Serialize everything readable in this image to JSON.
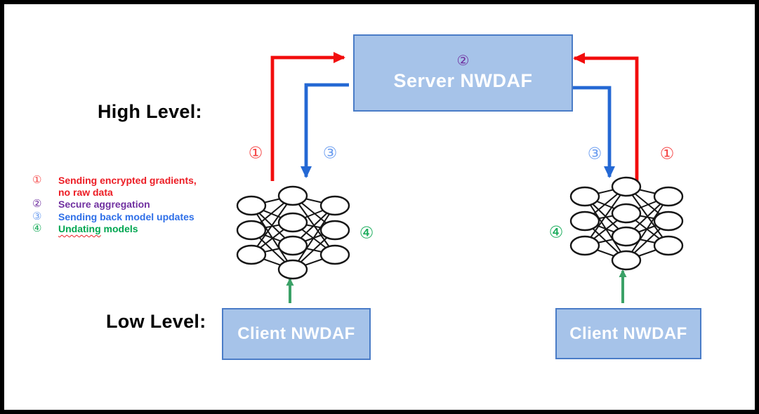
{
  "labels": {
    "high_level": "High Level:",
    "low_level": "Low Level:"
  },
  "nodes": {
    "server": {
      "label": "Server NWDAF"
    },
    "client_left": {
      "label": "Client NWDAF"
    },
    "client_right": {
      "label": "Client NWDAF"
    }
  },
  "markers": {
    "step1": "①",
    "step2": "②",
    "step3": "③",
    "step4": "④"
  },
  "legend": {
    "items": [
      {
        "number": "①",
        "color": "red",
        "line1": "Sending encrypted gradients,",
        "line2": "no raw data"
      },
      {
        "number": "②",
        "color": "purple",
        "line1": "Secure aggregation"
      },
      {
        "number": "③",
        "color": "blue",
        "line1": "Sending back model updates"
      },
      {
        "number": "④",
        "color": "green",
        "misspelled_word": "Undating",
        "rest": " models"
      }
    ]
  },
  "neural_network": {
    "layers": [
      3,
      4,
      3
    ]
  },
  "colors": {
    "box_fill": "#a6c3e9",
    "box_border": "#4a7cc7",
    "box_text": "#ffffff",
    "red": "#f20d0d",
    "red_light": "#f54545",
    "legend_red": "#ec1c24",
    "purple": "#7030a0",
    "blue": "#2468d4",
    "blue_light": "#6d9ef0",
    "legend_blue": "#2e6fe8",
    "green": "#3ba167",
    "green_ring": "#17ab59",
    "legend_green": "#00a651",
    "nn_stroke": "#161616",
    "heading_text": "#000000"
  }
}
